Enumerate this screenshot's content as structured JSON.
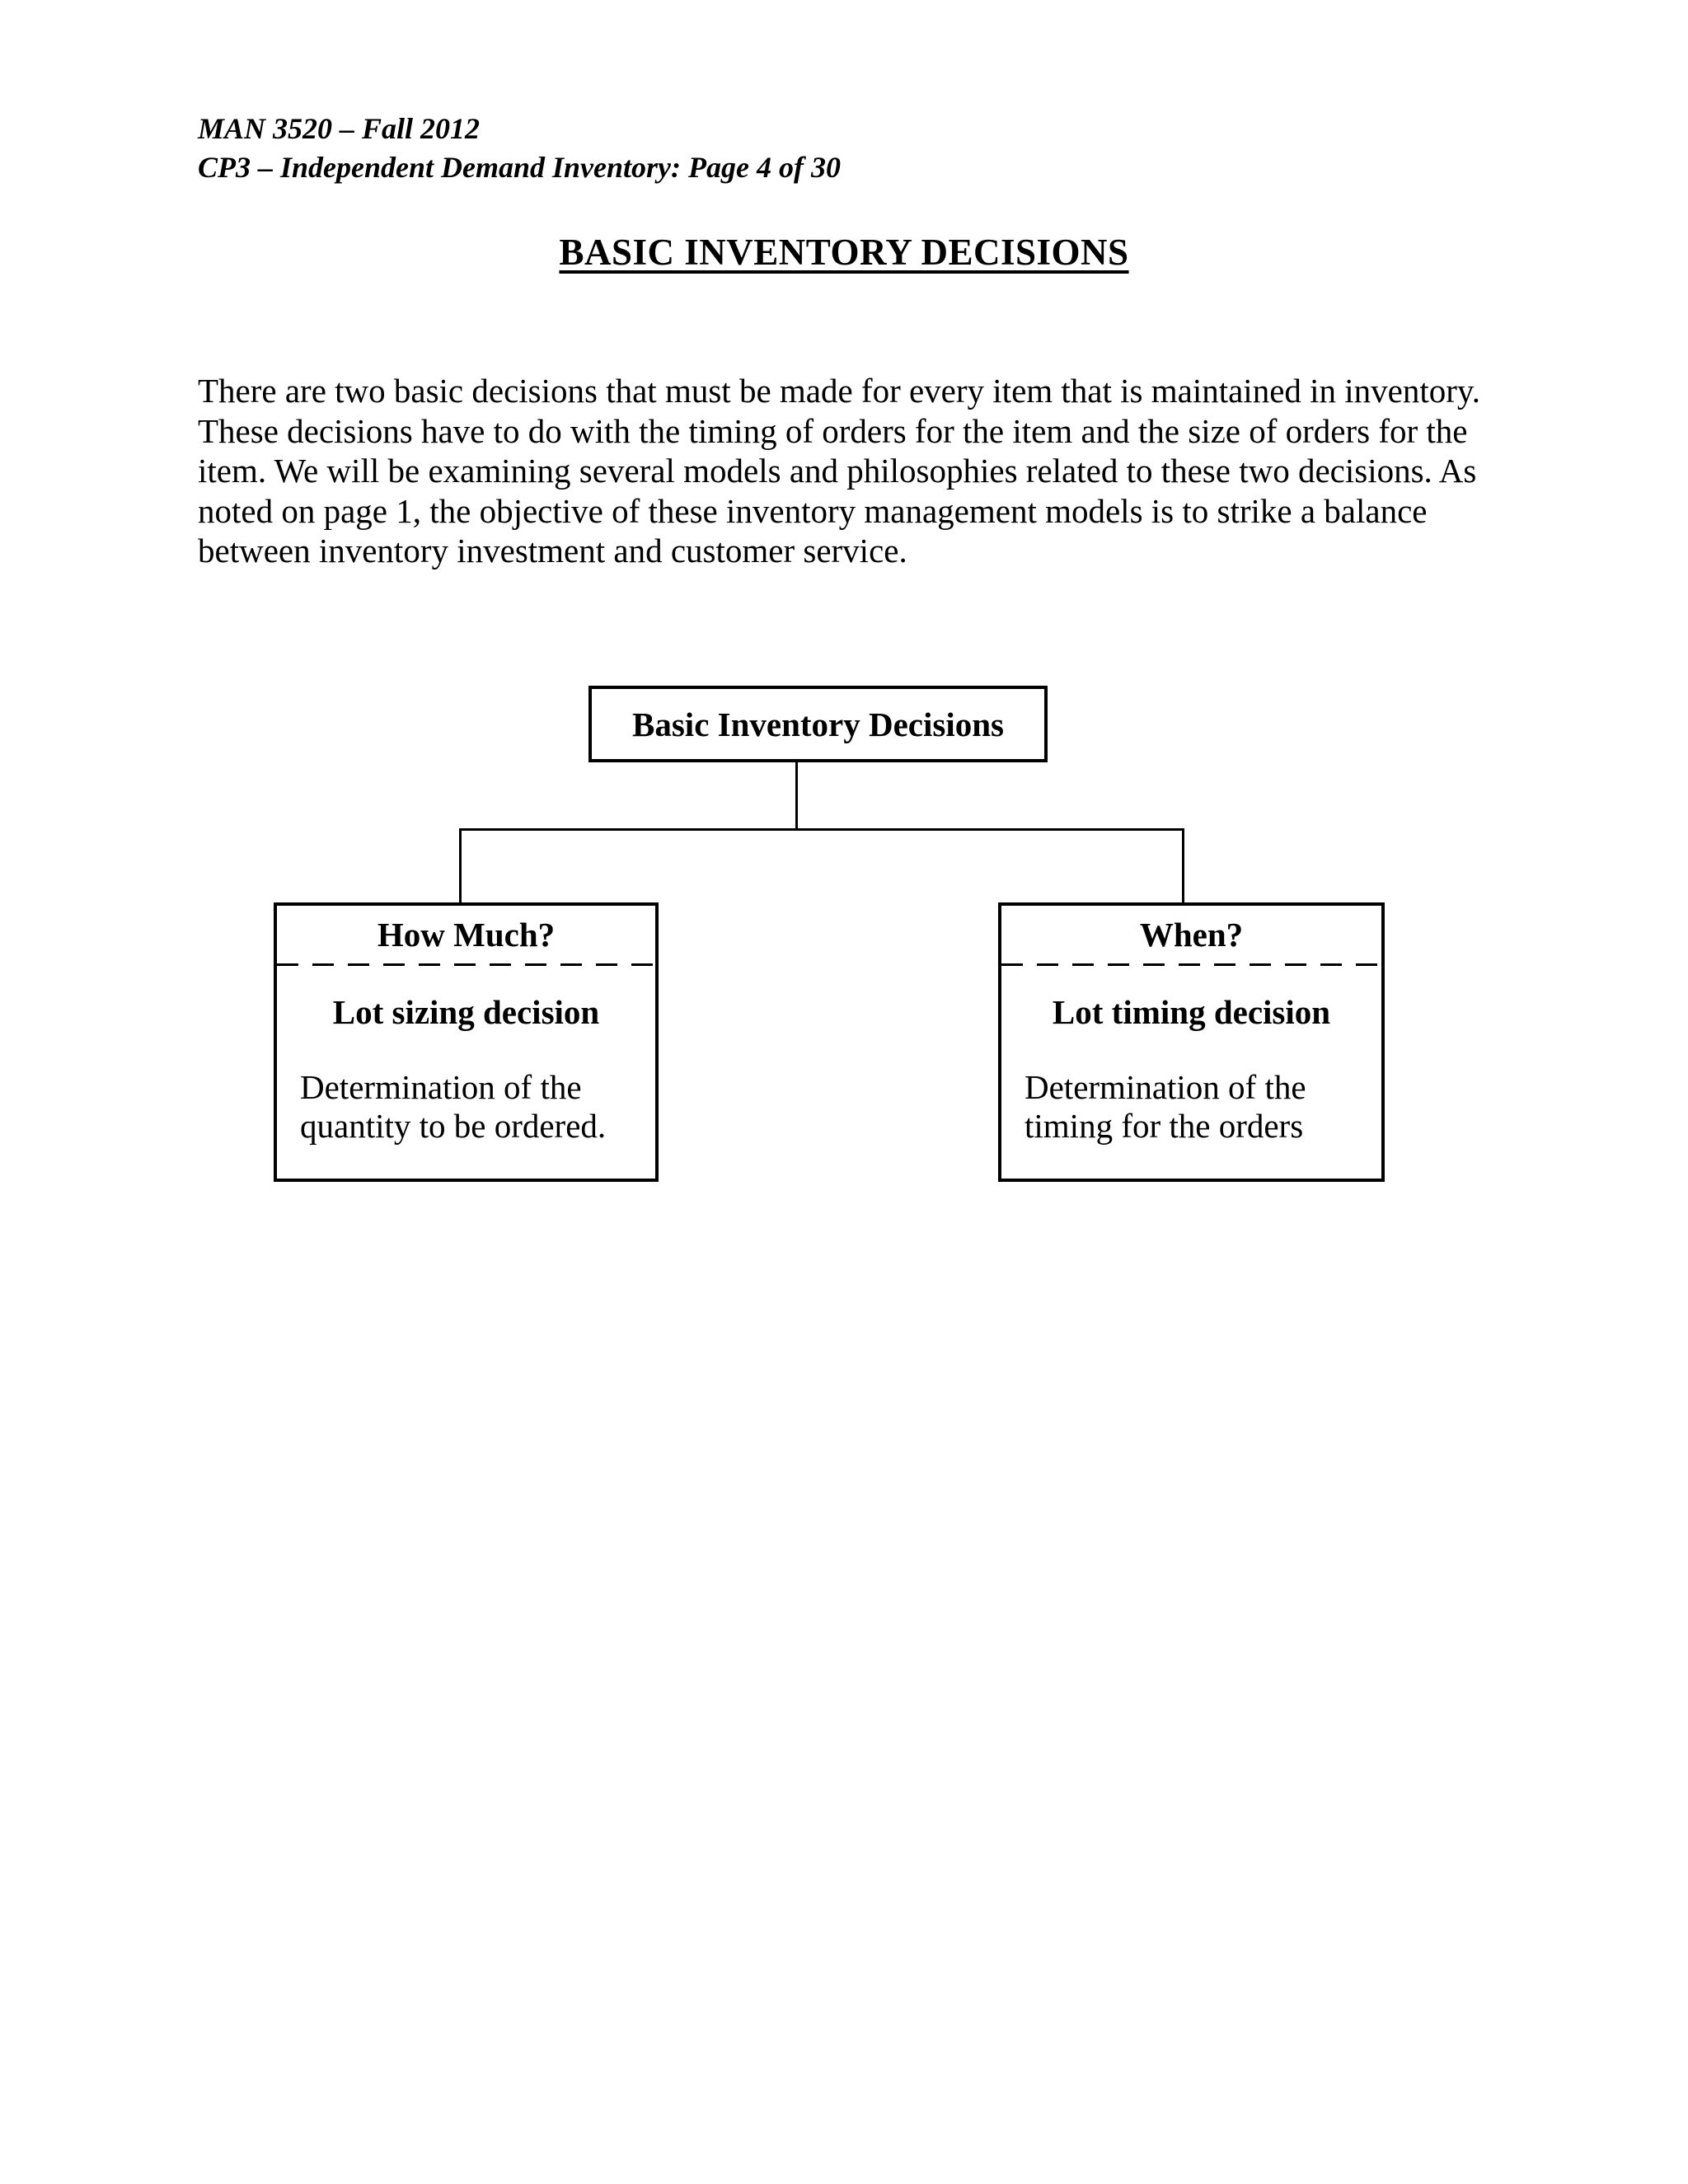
{
  "page": {
    "header": {
      "line1": "MAN 3520 – Fall 2012",
      "line2": "CP3 – Independent Demand Inventory: Page 4 of 30"
    },
    "title": "BASIC INVENTORY DECISIONS",
    "paragraph": {
      "lines": [
        "There are two basic decisions that must be made for every item that is maintained in inventory.",
        "These decisions have to do with the timing of orders for the item and the size of orders for the",
        "item. We will be examining several models and philosophies related to these two decisions. As",
        "noted on page 1, the objective of these inventory management models is to strike a balance",
        "between inventory investment and customer service."
      ]
    }
  },
  "diagram": {
    "root": {
      "label": "Basic Inventory Decisions"
    },
    "left": {
      "question": "How Much?",
      "decision": "Lot sizing decision",
      "description_lines": [
        "Determination of the",
        "quantity to be ordered."
      ]
    },
    "right": {
      "question": "When?",
      "decision": "Lot timing decision",
      "description_lines": [
        "Determination of the",
        "timing for the orders"
      ]
    }
  },
  "colors": {
    "text": "#000000",
    "background": "#ffffff",
    "line": "#000000"
  }
}
